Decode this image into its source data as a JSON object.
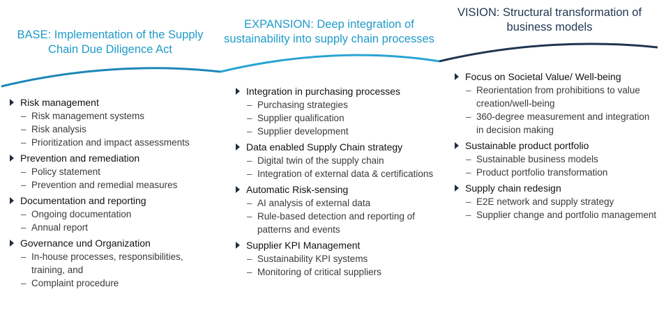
{
  "columns": [
    {
      "title": "BASE: Implementation of the Supply Chain Due Diligence Act",
      "sections": [
        {
          "heading": "Risk management",
          "items": [
            "Risk management systems",
            "Risk analysis",
            "Prioritization and impact assessments"
          ]
        },
        {
          "heading": "Prevention and remediation",
          "items": [
            "Policy statement",
            "Prevention and remedial measures"
          ]
        },
        {
          "heading": "Documentation and reporting",
          "items": [
            "Ongoing documentation",
            "Annual report"
          ]
        },
        {
          "heading": "Governance und Organization",
          "items": [
            "In-house processes, responsibilities, training, and",
            "Complaint procedure"
          ]
        }
      ]
    },
    {
      "title": "EXPANSION: Deep integration of sustainability into supply chain processes",
      "sections": [
        {
          "heading": "Integration in purchasing processes",
          "items": [
            "Purchasing strategies",
            "Supplier qualification",
            "Supplier development"
          ]
        },
        {
          "heading": "Data enabled Supply Chain strategy",
          "items": [
            "Digital twin of the supply chain",
            "Integration of external data & certifications"
          ]
        },
        {
          "heading": "Automatic Risk-sensing",
          "items": [
            "AI analysis of external data",
            "Rule-based detection and reporting of patterns and events"
          ]
        },
        {
          "heading": "Supplier KPI Management",
          "items": [
            "Sustainability KPI systems",
            "Monitoring of critical suppliers"
          ]
        }
      ]
    },
    {
      "title": "VISION: Structural transformation of business models",
      "sections": [
        {
          "heading": "Focus on Societal Value/ Well-being",
          "items": [
            "Reorientation from prohibitions to value creation/well-being",
            "360-degree measurement and integration in decision making"
          ]
        },
        {
          "heading": "Sustainable product portfolio",
          "items": [
            "Sustainable business models",
            "Product portfolio transformation"
          ]
        },
        {
          "heading": "Supply chain redesign",
          "items": [
            "E2E network and supply strategy",
            "Supplier change and portfolio management"
          ]
        }
      ]
    }
  ],
  "colors": {
    "base_title": "#1f9ac9",
    "expansion_title": "#1f9ac9",
    "vision_title": "#1f3550",
    "curve_base": "#1b86b8",
    "curve_expansion": "#2aa3d4",
    "curve_vision": "#1f3550"
  }
}
